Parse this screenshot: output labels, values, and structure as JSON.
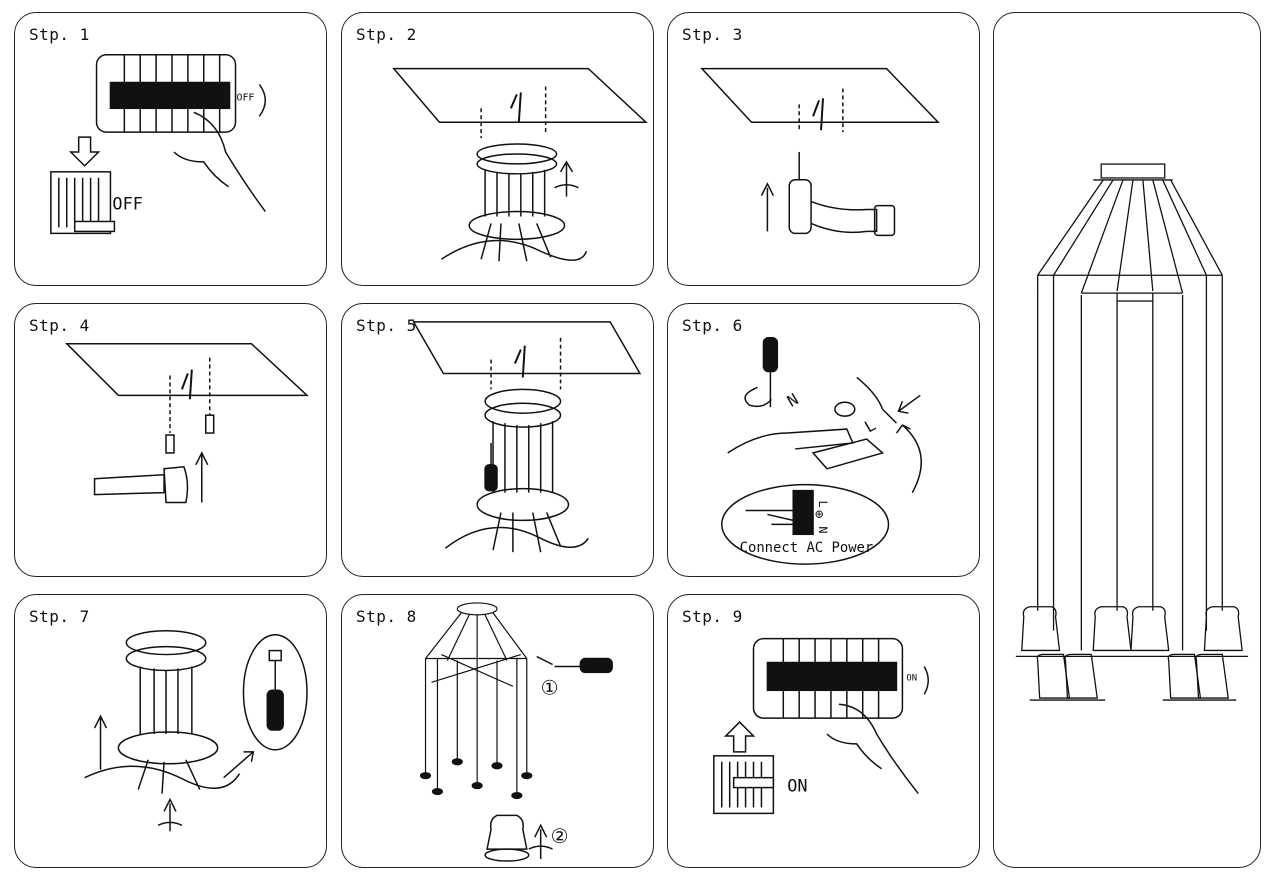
{
  "steps": [
    {
      "label": "Stp. 1",
      "switch_text": "OFF",
      "breaker_text": "OFF"
    },
    {
      "label": "Stp. 2"
    },
    {
      "label": "Stp. 3"
    },
    {
      "label": "Stp. 4"
    },
    {
      "label": "Stp. 5"
    },
    {
      "label": "Stp. 6",
      "wire_marks": [
        "N",
        "L"
      ],
      "terminal_marks": [
        "L",
        "⊕",
        "N"
      ],
      "caption": "Connect AC Power"
    },
    {
      "label": "Stp. 7"
    },
    {
      "label": "Stp. 8",
      "markers": [
        "①",
        "②"
      ]
    },
    {
      "label": "Stp. 9",
      "switch_text": "ON",
      "breaker_text": "ON"
    }
  ],
  "icons": [
    "breaker-icon",
    "hand-icon",
    "wall-switch-icon",
    "ceiling-icon",
    "canopy-icon",
    "drill-icon",
    "hammer-icon",
    "screwdriver-icon",
    "rotate-arrow-icon",
    "terminal-block-icon",
    "chandelier-icon"
  ]
}
